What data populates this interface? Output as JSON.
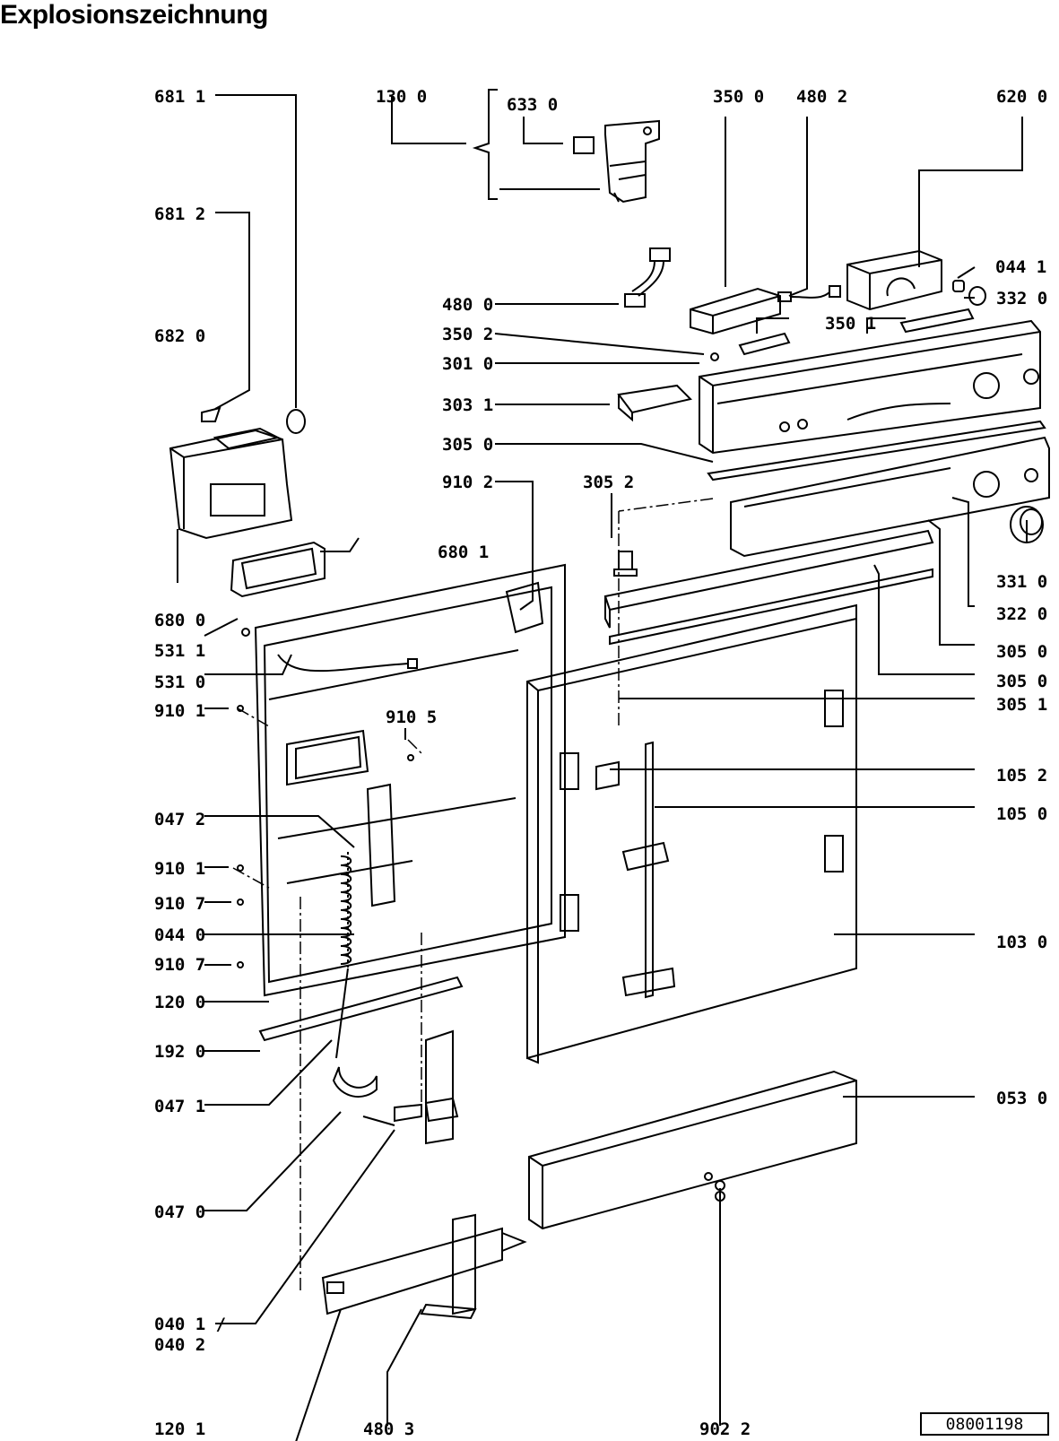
{
  "title": "Explosionszeichnung",
  "ref_code": "08001198",
  "labels": {
    "l6811": "681 1",
    "l1300": "130 0",
    "l6330": "633 0",
    "l3500": "350 0",
    "l4802": "480 2",
    "l6200": "620 0",
    "l6812": "681 2",
    "l0441": "044 1",
    "l3320": "332 0",
    "l4800": "480 0",
    "l3502": "350 2",
    "l3501": "350 1",
    "l6820": "682 0",
    "l3010": "301 0",
    "l3031": "303 1",
    "l3050a": "305 0",
    "l9102": "910 2",
    "l3052": "305 2",
    "l6801": "680 1",
    "l3310": "331 0",
    "l6800": "680 0",
    "l3220": "322 0",
    "l5311": "531 1",
    "l3050b": "305 0",
    "l5310": "531 0",
    "l3050c": "305 0",
    "l9101a": "910 1",
    "l3051": "305 1",
    "l9105": "910 5",
    "l1052": "105 2",
    "l0472": "047 2",
    "l1050": "105 0",
    "l9101b": "910 1",
    "l9107a": "910 7",
    "l0440": "044 0",
    "l1030": "103 0",
    "l9107b": "910 7",
    "l1200": "120 0",
    "l1920": "192 0",
    "l0530": "053 0",
    "l0471": "047 1",
    "l0470": "047 0",
    "l0401": "040 1 /",
    "l0402": "040 2",
    "l1201": "120 1",
    "l4803": "480 3",
    "l9022": "902 2"
  }
}
